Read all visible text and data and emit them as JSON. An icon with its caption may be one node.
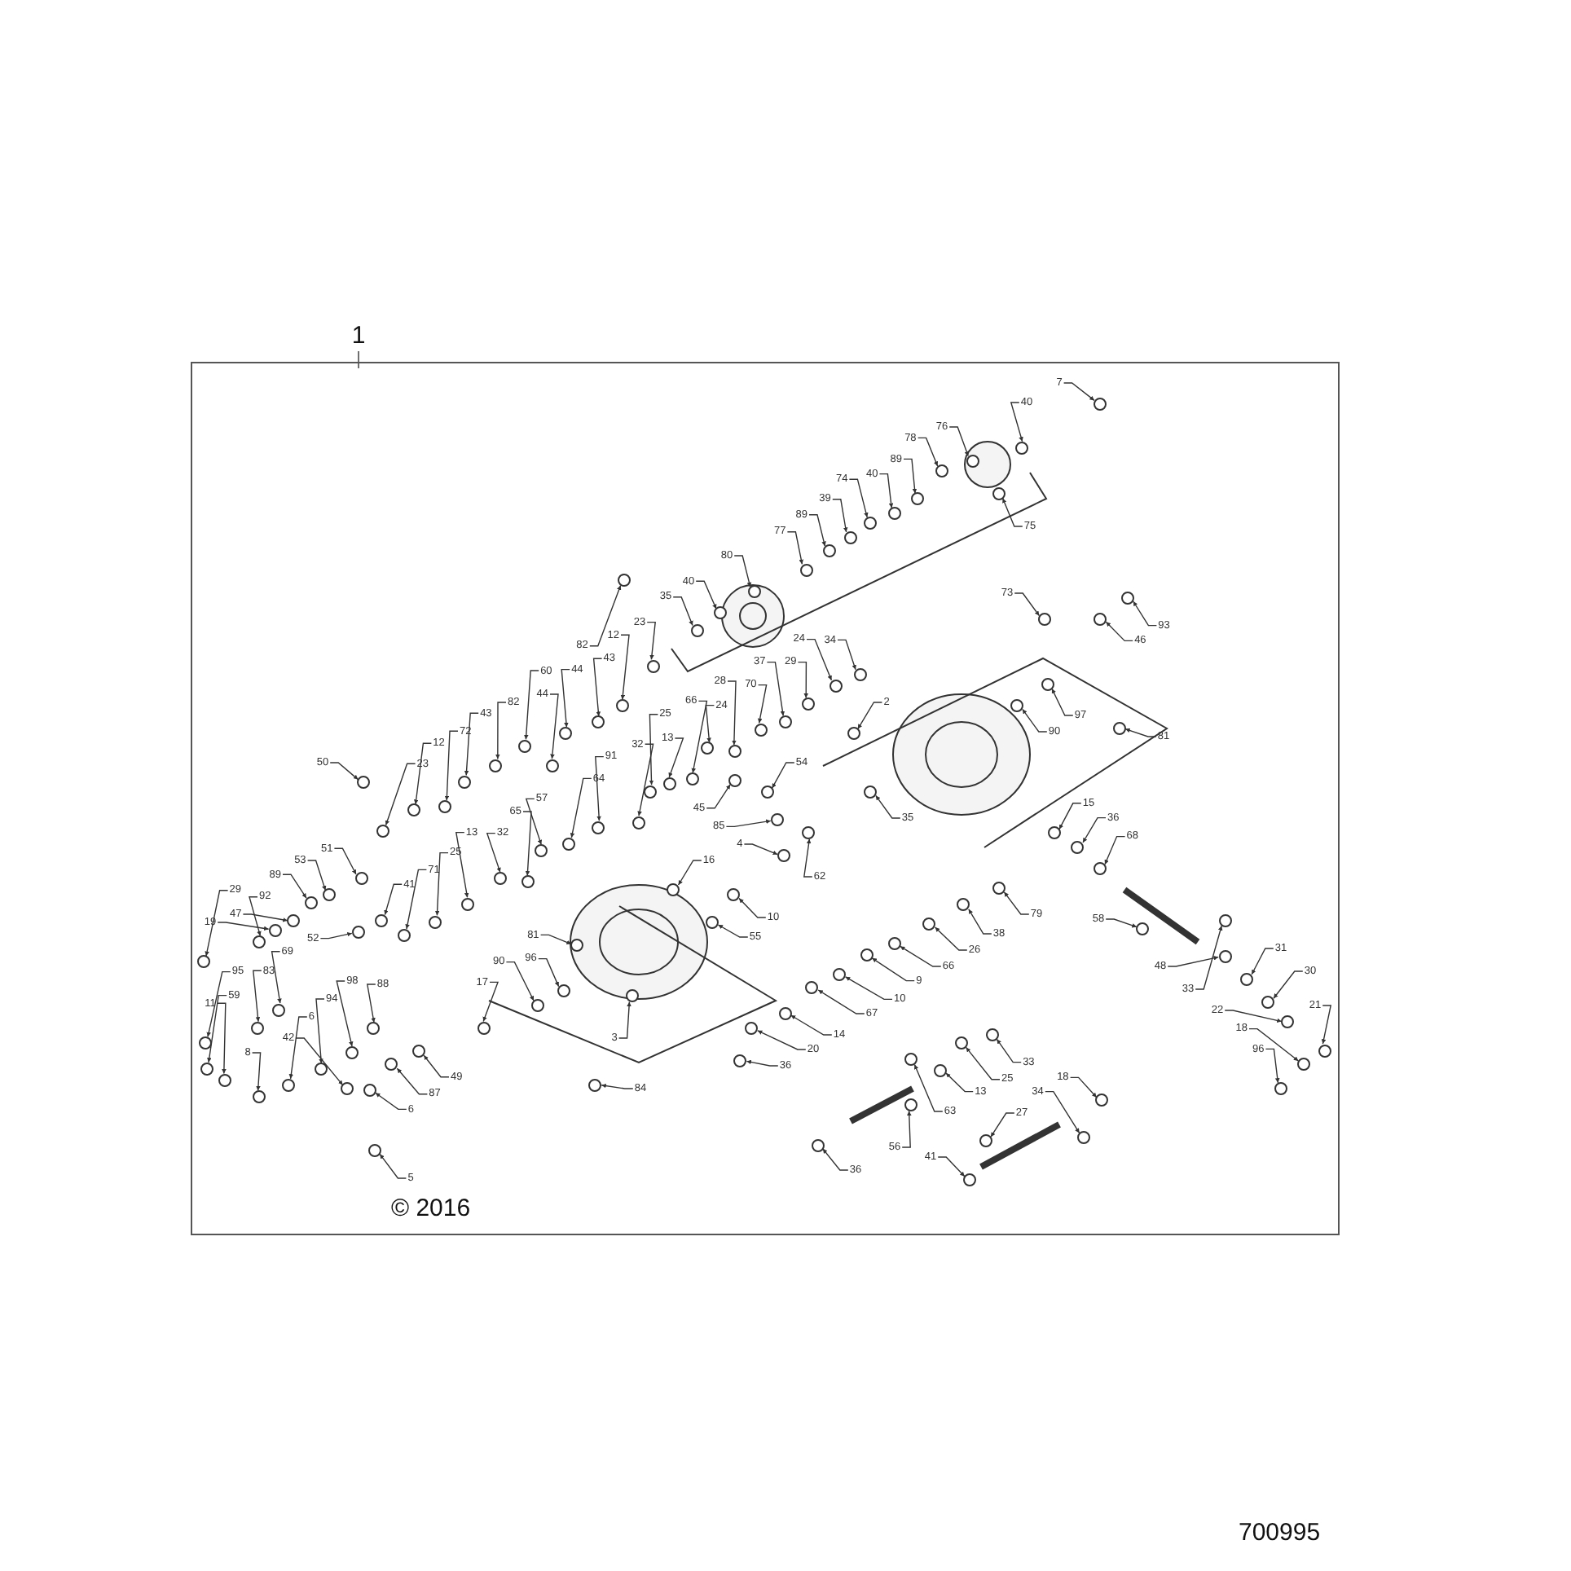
{
  "diagram": {
    "nodes": [
      {
        "text": [],
        "shape": "box"
      },
      {
        "text": [
          "1"
        ]
      },
      {
        "text": [
          "7"
        ],
        "in": 0
      },
      {
        "text": [
          "40"
        ],
        "in": 0
      },
      {
        "text": [
          "76"
        ],
        "in": 0
      },
      {
        "text": [
          "78"
        ],
        "in": 0
      },
      {
        "text": [
          "89"
        ],
        "in": 0
      },
      {
        "text": [
          "40"
        ],
        "in": 0
      },
      {
        "text": [
          "74"
        ],
        "in": 0
      },
      {
        "text": [
          "39"
        ],
        "in": 0
      },
      {
        "text": [
          "89"
        ],
        "in": 0
      },
      {
        "text": [
          "77"
        ],
        "in": 0
      },
      {
        "text": [
          "75"
        ],
        "in": 0
      },
      {
        "text": [
          "80"
        ],
        "in": 0
      },
      {
        "text": [
          "40"
        ],
        "in": 0
      },
      {
        "text": [
          "73"
        ],
        "in": 0
      },
      {
        "text": [
          "35"
        ],
        "in": 0
      },
      {
        "text": [
          "93"
        ],
        "in": 0
      },
      {
        "text": [
          "23"
        ],
        "in": 0
      },
      {
        "text": [
          "12"
        ],
        "in": 0
      },
      {
        "text": [
          "46"
        ],
        "in": 0
      },
      {
        "text": [
          "34"
        ],
        "in": 0
      },
      {
        "text": [
          "43"
        ],
        "in": 0
      },
      {
        "text": [
          "24"
        ],
        "in": 0
      },
      {
        "text": [
          "82"
        ],
        "in": 0
      },
      {
        "text": [
          "29"
        ],
        "in": 0
      },
      {
        "text": [
          "44"
        ],
        "in": 0
      },
      {
        "text": [
          "37"
        ],
        "in": 0
      },
      {
        "text": [
          "70"
        ],
        "in": 0
      },
      {
        "text": [
          "60"
        ],
        "in": 0
      },
      {
        "text": [
          "28"
        ],
        "in": 0
      },
      {
        "text": [
          "44"
        ],
        "in": 0
      },
      {
        "text": [
          "24"
        ],
        "in": 0
      },
      {
        "text": [
          "82"
        ],
        "in": 0
      },
      {
        "text": [
          "2"
        ],
        "in": 0
      },
      {
        "text": [
          "66"
        ],
        "in": 0
      },
      {
        "text": [
          "81"
        ],
        "in": 0
      },
      {
        "text": [
          "43"
        ],
        "in": 0
      },
      {
        "text": [
          "97"
        ],
        "in": 0
      },
      {
        "text": [
          "25"
        ],
        "in": 0
      },
      {
        "text": [
          "72"
        ],
        "in": 0
      },
      {
        "text": [
          "13"
        ],
        "in": 0
      },
      {
        "text": [
          "90"
        ],
        "in": 0
      },
      {
        "text": [
          "32"
        ],
        "in": 0
      },
      {
        "text": [
          "12"
        ],
        "in": 0
      },
      {
        "text": [
          "91"
        ],
        "in": 0
      },
      {
        "text": [
          "23"
        ],
        "in": 0
      },
      {
        "text": [
          "54"
        ],
        "in": 0
      },
      {
        "text": [
          "50"
        ],
        "in": 0
      },
      {
        "text": [
          "64"
        ],
        "in": 0
      },
      {
        "text": [
          "57"
        ],
        "in": 0
      },
      {
        "text": [
          "15"
        ],
        "in": 0
      },
      {
        "text": [
          "45"
        ],
        "in": 0
      },
      {
        "text": [
          "36"
        ],
        "in": 0
      },
      {
        "text": [
          "35"
        ],
        "in": 0
      },
      {
        "text": [
          "65"
        ],
        "in": 0
      },
      {
        "text": [
          "85"
        ],
        "in": 0
      },
      {
        "text": [
          "32"
        ],
        "in": 0
      },
      {
        "text": [
          "68"
        ],
        "in": 0
      },
      {
        "text": [
          "13"
        ],
        "in": 0
      },
      {
        "text": [
          "4"
        ],
        "in": 0
      },
      {
        "text": [
          "25"
        ],
        "in": 0
      },
      {
        "text": [
          "51"
        ],
        "in": 0
      },
      {
        "text": [
          "71"
        ],
        "in": 0
      },
      {
        "text": [
          "16"
        ],
        "in": 0
      },
      {
        "text": [
          "53"
        ],
        "in": 0
      },
      {
        "text": [
          "62"
        ],
        "in": 0
      },
      {
        "text": [
          "89"
        ],
        "in": 0
      },
      {
        "text": [
          "41"
        ],
        "in": 0
      },
      {
        "text": [
          "92"
        ],
        "in": 0
      },
      {
        "text": [
          "29"
        ],
        "in": 0
      },
      {
        "text": [
          "47"
        ],
        "in": 0
      },
      {
        "text": [
          "79"
        ],
        "in": 0
      },
      {
        "text": [
          "19"
        ],
        "in": 0
      },
      {
        "text": [
          "58"
        ],
        "in": 0
      },
      {
        "text": [
          "10"
        ],
        "in": 0
      },
      {
        "text": [
          "55"
        ],
        "in": 0
      },
      {
        "text": [
          "38"
        ],
        "in": 0
      },
      {
        "text": [
          "81"
        ],
        "in": 0
      },
      {
        "text": [
          "52"
        ],
        "in": 0
      },
      {
        "text": [
          "26"
        ],
        "in": 0
      },
      {
        "text": [
          "31"
        ],
        "in": 0
      },
      {
        "text": [
          "96"
        ],
        "in": 0
      },
      {
        "text": [
          "69"
        ],
        "in": 0
      },
      {
        "text": [
          "90"
        ],
        "in": 0
      },
      {
        "text": [
          "66"
        ],
        "in": 0
      },
      {
        "text": [
          "48"
        ],
        "in": 0
      },
      {
        "text": [
          "83"
        ],
        "in": 0
      },
      {
        "text": [
          "30"
        ],
        "in": 0
      },
      {
        "text": [
          "95"
        ],
        "in": 0
      },
      {
        "text": [
          "17"
        ],
        "in": 0
      },
      {
        "text": [
          "88"
        ],
        "in": 0
      },
      {
        "text": [
          "9"
        ],
        "in": 0
      },
      {
        "text": [
          "98"
        ],
        "in": 0
      },
      {
        "text": [
          "33"
        ],
        "in": 0
      },
      {
        "text": [
          "59"
        ],
        "in": 0
      },
      {
        "text": [
          "10"
        ],
        "in": 0
      },
      {
        "text": [
          "94"
        ],
        "in": 0
      },
      {
        "text": [
          "11"
        ],
        "in": 0
      },
      {
        "text": [
          "21"
        ],
        "in": 0
      },
      {
        "text": [
          "6"
        ],
        "in": 0
      },
      {
        "text": [
          "22"
        ],
        "in": 0
      },
      {
        "text": [
          "67"
        ],
        "in": 0
      },
      {
        "text": [
          "18"
        ],
        "in": 0
      },
      {
        "text": [
          "14"
        ],
        "in": 0
      },
      {
        "text": [
          "3"
        ],
        "in": 0
      },
      {
        "text": [
          "42"
        ],
        "in": 0
      },
      {
        "text": [
          "96"
        ],
        "in": 0
      },
      {
        "text": [
          "20"
        ],
        "in": 0
      },
      {
        "text": [
          "8"
        ],
        "in": 0
      },
      {
        "text": [
          "33"
        ],
        "in": 0
      },
      {
        "text": [
          "36"
        ],
        "in": 0
      },
      {
        "text": [
          "18"
        ],
        "in": 0
      },
      {
        "text": [
          "49"
        ],
        "in": 0
      },
      {
        "text": [
          "25"
        ],
        "in": 0
      },
      {
        "text": [
          "84"
        ],
        "in": 0
      },
      {
        "text": [
          "34"
        ],
        "in": 0
      },
      {
        "text": [
          "13"
        ],
        "in": 0
      },
      {
        "text": [
          "87"
        ],
        "in": 0
      },
      {
        "text": [
          "6"
        ],
        "in": 0
      },
      {
        "text": [
          "63"
        ],
        "in": 0
      },
      {
        "text": [
          "27"
        ],
        "in": 0
      },
      {
        "text": [
          "56"
        ],
        "in": 0
      },
      {
        "text": [
          "41"
        ],
        "in": 0
      },
      {
        "text": [
          "36"
        ],
        "in": 0
      },
      {
        "text": [
          "5"
        ],
        "in": 0
      },
      {
        "text": [],
        "shape": "circle",
        "in": 0
      },
      {
        "text": [],
        "shape": "circle",
        "in": 0
      },
      {
        "text": [],
        "shape": "circle",
        "in": 0
      },
      {
        "text": [],
        "shape": "circle",
        "in": 0
      },
      {
        "text": [],
        "shape": "circle",
        "in": 0
      },
      {
        "text": [],
        "shape": "circle",
        "in": 0
      },
      {
        "text": [],
        "shape": "circle",
        "in": 0
      },
      {
        "text": [],
        "shape": "circle",
        "in": 0
      },
      {
        "text": [],
        "shape": "circle",
        "in": 0
      },
      {
        "text": [],
        "shape": "circle",
        "in": 0
      },
      {
        "text": [],
        "shape": "circle",
        "in": 0
      },
      {
        "text": [],
        "shape": "circle",
        "in": 0
      },
      {
        "text": [],
        "shape": "circle",
        "in": 0
      },
      {
        "text": [],
        "shape": "circle",
        "in": 0
      },
      {
        "text": [],
        "shape": "circle",
        "in": 0
      },
      {
        "text": [],
        "shape": "circle",
        "in": 0
      },
      {
        "text": [],
        "shape": "circle",
        "in": 0
      },
      {
        "text": [],
        "shape": "circle",
        "in": 0
      },
      {
        "text": [],
        "shape": "circle",
        "in": 0
      },
      {
        "text": [],
        "shape": "circle",
        "in": 0
      },
      {
        "text": [],
        "shape": "circle",
        "in": 0
      },
      {
        "text": [],
        "shape": "circle",
        "in": 0
      },
      {
        "text": [],
        "shape": "circle",
        "in": 0
      },
      {
        "text": [],
        "shape": "circle",
        "in": 0
      },
      {
        "text": [],
        "shape": "circle",
        "in": 0
      },
      {
        "text": [],
        "shape": "circle",
        "in": 0
      },
      {
        "text": [],
        "shape": "circle",
        "in": 0
      },
      {
        "text": [],
        "shape": "circle",
        "in": 0
      },
      {
        "text": [],
        "shape": "circle",
        "in": 0
      },
      {
        "text": [],
        "shape": "circle",
        "in": 0
      },
      {
        "text": [],
        "shape": "circle",
        "in": 0
      },
      {
        "text": [],
        "shape": "circle",
        "in": 0
      },
      {
        "text": [],
        "shape": "circle",
        "in": 0
      },
      {
        "text": [],
        "shape": "circle",
        "in": 0
      },
      {
        "text": [],
        "shape": "circle",
        "in": 0
      },
      {
        "text": [],
        "shape": "circle",
        "in": 0
      },
      {
        "text": [],
        "shape": "circle",
        "in": 0
      },
      {
        "text": [],
        "shape": "circle",
        "in": 0
      },
      {
        "text": [],
        "shape": "circle",
        "in": 0
      },
      {
        "text": [],
        "shape": "circle",
        "in": 0
      },
      {
        "text": [],
        "shape": "circle",
        "in": 0
      },
      {
        "text": [],
        "shape": "circle",
        "in": 0
      },
      {
        "text": [],
        "shape": "circle",
        "in": 0
      },
      {
        "text": [],
        "shape": "circle",
        "in": 0
      },
      {
        "text": [],
        "shape": "circle",
        "in": 0
      },
      {
        "text": [],
        "shape": "circle",
        "in": 0
      },
      {
        "text": [],
        "shape": "circle",
        "in": 0
      },
      {
        "text": [],
        "shape": "circle",
        "in": 0
      },
      {
        "text": [],
        "shape": "circle",
        "in": 0
      },
      {
        "text": [],
        "shape": "circle",
        "in": 0
      },
      {
        "text": [],
        "shape": "circle",
        "in": 0
      },
      {
        "text": [],
        "shape": "circle",
        "in": 0
      },
      {
        "text": [],
        "shape": "circle",
        "in": 0
      },
      {
        "text": [],
        "shape": "circle",
        "in": 0
      },
      {
        "text": [],
        "shape": "circle",
        "in": 0
      },
      {
        "text": [],
        "shape": "circle",
        "in": 0
      },
      {
        "text": [],
        "shape": "circle",
        "in": 0
      },
      {
        "text": [],
        "shape": "circle",
        "in": 0
      },
      {
        "text": [],
        "shape": "circle",
        "in": 0
      },
      {
        "text": [],
        "shape": "circle",
        "in": 0
      },
      {
        "text": [],
        "shape": "circle",
        "in": 0
      },
      {
        "text": [],
        "shape": "circle",
        "in": 0
      },
      {
        "text": [],
        "shape": "circle",
        "in": 0
      },
      {
        "text": [],
        "shape": "circle",
        "in": 0
      },
      {
        "text": [],
        "shape": "circle",
        "in": 0
      },
      {
        "text": [],
        "shape": "circle",
        "in": 0
      },
      {
        "text": [],
        "shape": "circle",
        "in": 0
      },
      {
        "text": [],
        "shape": "circle",
        "in": 0
      },
      {
        "text": [],
        "shape": "circle",
        "in": 0
      },
      {
        "text": [],
        "shape": "circle",
        "in": 0
      },
      {
        "text": [],
        "shape": "circle",
        "in": 0
      },
      {
        "text": [],
        "shape": "circle",
        "in": 0
      },
      {
        "text": [],
        "shape": "circle",
        "in": 0
      },
      {
        "text": [],
        "shape": "circle",
        "in": 0
      },
      {
        "text": [],
        "shape": "circle",
        "in": 0
      },
      {
        "text": [],
        "shape": "circle",
        "in": 0
      },
      {
        "text": [],
        "shape": "circle",
        "in": 0
      },
      {
        "text": [],
        "shape": "circle",
        "in": 0
      },
      {
        "text": [],
        "shape": "circle",
        "in": 0
      },
      {
        "text": [],
        "shape": "circle",
        "in": 0
      },
      {
        "text": [],
        "shape": "circle",
        "in": 0
      },
      {
        "text": [],
        "shape": "circle",
        "in": 0
      },
      {
        "text": [],
        "shape": "circle",
        "in": 0
      },
      {
        "text": [],
        "shape": "circle",
        "in": 0
      },
      {
        "text": [],
        "shape": "circle",
        "in": 0
      },
      {
        "text": [],
        "shape": "circle",
        "in": 0
      },
      {
        "text": [],
        "shape": "circle",
        "in": 0
      },
      {
        "text": [],
        "shape": "circle",
        "in": 0
      },
      {
        "text": [],
        "shape": "circle",
        "in": 0
      },
      {
        "text": [],
        "shape": "circle",
        "in": 0
      },
      {
        "text": [],
        "shape": "circle",
        "in": 0
      },
      {
        "text": [],
        "shape": "circle",
        "in": 0
      },
      {
        "text": [],
        "shape": "circle",
        "in": 0
      },
      {
        "text": [],
        "shape": "circle",
        "in": 0
      },
      {
        "text": [],
        "shape": "circle",
        "in": 0
      },
      {
        "text": [],
        "shape": "circle",
        "in": 0
      },
      {
        "text": [],
        "shape": "circle",
        "in": 0
      },
      {
        "text": [],
        "shape": "circle",
        "in": 0
      },
      {
        "text": [],
        "shape": "circle",
        "in": 0
      },
      {
        "text": [],
        "shape": "circle",
        "in": 0
      },
      {
        "text": [],
        "shape": "circle",
        "in": 0
      },
      {
        "text": [],
        "shape": "circle",
        "in": 0
      },
      {
        "text": [],
        "shape": "circle",
        "in": 0
      },
      {
        "text": [],
        "shape": "circle",
        "in": 0
      },
      {
        "text": [],
        "shape": "circle",
        "in": 0
      },
      {
        "text": [],
        "shape": "circle",
        "in": 0
      },
      {
        "text": [],
        "shape": "circle",
        "in": 0
      },
      {
        "text": [],
        "shape": "circle",
        "in": 0
      },
      {
        "text": [],
        "shape": "circle",
        "in": 0
      },
      {
        "text": [],
        "shape": "circle",
        "in": 0
      },
      {
        "text": [],
        "shape": "circle",
        "in": 0
      },
      {
        "text": [],
        "shape": "circle",
        "in": 0
      },
      {
        "text": [],
        "shape": "circle",
        "in": 0
      },
      {
        "text": [],
        "shape": "circle",
        "in": 0
      },
      {
        "text": [],
        "shape": "circle",
        "in": 0
      },
      {
        "text": [],
        "shape": "circle",
        "in": 0
      },
      {
        "text": [],
        "shape": "circle",
        "in": 0
      },
      {
        "text": [],
        "shape": "circle",
        "in": 0
      },
      {
        "text": [],
        "shape": "circle",
        "in": 0
      },
      {
        "text": [],
        "shape": "circle",
        "in": 0
      },
      {
        "text": [],
        "shape": "circle",
        "in": 0
      },
      {
        "text": [],
        "shape": "circle",
        "in": 0
      },
      {
        "text": [],
        "shape": "circle",
        "in": 0
      },
      {
        "text": [],
        "shape": "circle",
        "in": 0
      }
    ],
    "edges": [
      {
        "from": 1,
        "to": 0,
        "arrow": "none"
      },
      {
        "from": 2,
        "to": 126,
        "arrow": "to"
      },
      {
        "from": 3,
        "to": 127,
        "arrow": "to"
      },
      {
        "from": 4,
        "to": 128,
        "arrow": "to"
      },
      {
        "from": 5,
        "to": 129,
        "arrow": "to"
      },
      {
        "from": 6,
        "to": 130,
        "arrow": "to"
      },
      {
        "from": 7,
        "to": 131,
        "arrow": "to"
      },
      {
        "from": 8,
        "to": 132,
        "arrow": "to"
      },
      {
        "from": 9,
        "to": 133,
        "arrow": "to"
      },
      {
        "from": 10,
        "to": 134,
        "arrow": "to"
      },
      {
        "from": 11,
        "to": 135,
        "arrow": "to"
      },
      {
        "from": 12,
        "to": 136,
        "arrow": "to"
      },
      {
        "from": 13,
        "to": 137,
        "arrow": "to"
      },
      {
        "from": 14,
        "to": 138,
        "arrow": "to"
      },
      {
        "from": 15,
        "to": 139,
        "arrow": "to"
      },
      {
        "from": 16,
        "to": 140,
        "arrow": "to"
      },
      {
        "from": 17,
        "to": 141,
        "arrow": "to"
      },
      {
        "from": 18,
        "to": 142,
        "arrow": "to"
      },
      {
        "from": 19,
        "to": 143,
        "arrow": "to"
      },
      {
        "from": 20,
        "to": 144,
        "arrow": "to"
      },
      {
        "from": 21,
        "to": 145,
        "arrow": "to"
      },
      {
        "from": 22,
        "to": 146,
        "arrow": "to"
      },
      {
        "from": 23,
        "to": 147,
        "arrow": "to"
      },
      {
        "from": 24,
        "to": 148,
        "arrow": "to"
      },
      {
        "from": 25,
        "to": 149,
        "arrow": "to"
      },
      {
        "from": 26,
        "to": 150,
        "arrow": "to"
      },
      {
        "from": 27,
        "to": 151,
        "arrow": "to"
      },
      {
        "from": 28,
        "to": 152,
        "arrow": "to"
      },
      {
        "from": 29,
        "to": 153,
        "arrow": "to"
      },
      {
        "from": 30,
        "to": 154,
        "arrow": "to"
      },
      {
        "from": 31,
        "to": 155,
        "arrow": "to"
      },
      {
        "from": 32,
        "to": 156,
        "arrow": "to"
      },
      {
        "from": 33,
        "to": 157,
        "arrow": "to"
      },
      {
        "from": 34,
        "to": 158,
        "arrow": "to"
      },
      {
        "from": 35,
        "to": 159,
        "arrow": "to"
      },
      {
        "from": 36,
        "to": 160,
        "arrow": "to"
      },
      {
        "from": 37,
        "to": 161,
        "arrow": "to"
      },
      {
        "from": 38,
        "to": 162,
        "arrow": "to"
      },
      {
        "from": 39,
        "to": 163,
        "arrow": "to"
      },
      {
        "from": 40,
        "to": 164,
        "arrow": "to"
      },
      {
        "from": 41,
        "to": 165,
        "arrow": "to"
      },
      {
        "from": 42,
        "to": 166,
        "arrow": "to"
      },
      {
        "from": 43,
        "to": 167,
        "arrow": "to"
      },
      {
        "from": 44,
        "to": 168,
        "arrow": "to"
      },
      {
        "from": 45,
        "to": 169,
        "arrow": "to"
      },
      {
        "from": 46,
        "to": 170,
        "arrow": "to"
      },
      {
        "from": 47,
        "to": 171,
        "arrow": "to"
      },
      {
        "from": 48,
        "to": 172,
        "arrow": "to"
      },
      {
        "from": 49,
        "to": 173,
        "arrow": "to"
      },
      {
        "from": 50,
        "to": 174,
        "arrow": "to"
      },
      {
        "from": 51,
        "to": 175,
        "arrow": "to"
      },
      {
        "from": 52,
        "to": 176,
        "arrow": "to"
      },
      {
        "from": 53,
        "to": 177,
        "arrow": "to"
      },
      {
        "from": 54,
        "to": 178,
        "arrow": "to"
      },
      {
        "from": 55,
        "to": 179,
        "arrow": "to"
      },
      {
        "from": 56,
        "to": 180,
        "arrow": "to"
      },
      {
        "from": 57,
        "to": 181,
        "arrow": "to"
      },
      {
        "from": 58,
        "to": 182,
        "arrow": "to"
      },
      {
        "from": 59,
        "to": 183,
        "arrow": "to"
      },
      {
        "from": 60,
        "to": 184,
        "arrow": "to"
      },
      {
        "from": 61,
        "to": 185,
        "arrow": "to"
      },
      {
        "from": 62,
        "to": 186,
        "arrow": "to"
      },
      {
        "from": 63,
        "to": 187,
        "arrow": "to"
      },
      {
        "from": 64,
        "to": 188,
        "arrow": "to"
      },
      {
        "from": 65,
        "to": 189,
        "arrow": "to"
      },
      {
        "from": 66,
        "to": 190,
        "arrow": "to"
      },
      {
        "from": 67,
        "to": 191,
        "arrow": "to"
      },
      {
        "from": 68,
        "to": 192,
        "arrow": "to"
      },
      {
        "from": 69,
        "to": 193,
        "arrow": "to"
      },
      {
        "from": 70,
        "to": 194,
        "arrow": "to"
      },
      {
        "from": 71,
        "to": 195,
        "arrow": "to"
      },
      {
        "from": 72,
        "to": 196,
        "arrow": "to"
      },
      {
        "from": 73,
        "to": 197,
        "arrow": "to"
      },
      {
        "from": 74,
        "to": 198,
        "arrow": "to"
      },
      {
        "from": 75,
        "to": 199,
        "arrow": "to"
      },
      {
        "from": 76,
        "to": 200,
        "arrow": "to"
      },
      {
        "from": 77,
        "to": 201,
        "arrow": "to"
      },
      {
        "from": 78,
        "to": 202,
        "arrow": "to"
      },
      {
        "from": 79,
        "to": 203,
        "arrow": "to"
      },
      {
        "from": 80,
        "to": 204,
        "arrow": "to"
      },
      {
        "from": 81,
        "to": 205,
        "arrow": "to"
      },
      {
        "from": 82,
        "to": 206,
        "arrow": "to"
      },
      {
        "from": 83,
        "to": 207,
        "arrow": "to"
      },
      {
        "from": 84,
        "to": 208,
        "arrow": "to"
      },
      {
        "from": 85,
        "to": 209,
        "arrow": "to"
      },
      {
        "from": 86,
        "to": 210,
        "arrow": "to"
      },
      {
        "from": 87,
        "to": 211,
        "arrow": "to"
      },
      {
        "from": 88,
        "to": 212,
        "arrow": "to"
      },
      {
        "from": 89,
        "to": 213,
        "arrow": "to"
      },
      {
        "from": 90,
        "to": 214,
        "arrow": "to"
      },
      {
        "from": 91,
        "to": 215,
        "arrow": "to"
      },
      {
        "from": 92,
        "to": 216,
        "arrow": "to"
      },
      {
        "from": 93,
        "to": 217,
        "arrow": "to"
      },
      {
        "from": 94,
        "to": 218,
        "arrow": "to"
      },
      {
        "from": 95,
        "to": 219,
        "arrow": "to"
      },
      {
        "from": 96,
        "to": 220,
        "arrow": "to"
      },
      {
        "from": 97,
        "to": 221,
        "arrow": "to"
      },
      {
        "from": 98,
        "to": 222,
        "arrow": "to"
      },
      {
        "from": 99,
        "to": 223,
        "arrow": "to"
      },
      {
        "from": 100,
        "to": 224,
        "arrow": "to"
      },
      {
        "from": 101,
        "to": 225,
        "arrow": "to"
      },
      {
        "from": 102,
        "to": 226,
        "arrow": "to"
      },
      {
        "from": 103,
        "to": 227,
        "arrow": "to"
      },
      {
        "from": 104,
        "to": 228,
        "arrow": "to"
      },
      {
        "from": 105,
        "to": 229,
        "arrow": "to"
      },
      {
        "from": 106,
        "to": 230,
        "arrow": "to"
      },
      {
        "from": 107,
        "to": 231,
        "arrow": "to"
      },
      {
        "from": 108,
        "to": 232,
        "arrow": "to"
      },
      {
        "from": 109,
        "to": 233,
        "arrow": "to"
      },
      {
        "from": 110,
        "to": 234,
        "arrow": "to"
      },
      {
        "from": 111,
        "to": 235,
        "arrow": "to"
      },
      {
        "from": 112,
        "to": 236,
        "arrow": "to"
      },
      {
        "from": 113,
        "to": 237,
        "arrow": "to"
      },
      {
        "from": 114,
        "to": 238,
        "arrow": "to"
      },
      {
        "from": 115,
        "to": 239,
        "arrow": "to"
      },
      {
        "from": 116,
        "to": 240,
        "arrow": "to"
      },
      {
        "from": 117,
        "to": 241,
        "arrow": "to"
      },
      {
        "from": 118,
        "to": 242,
        "arrow": "to"
      },
      {
        "from": 119,
        "to": 243,
        "arrow": "to"
      },
      {
        "from": 120,
        "to": 244,
        "arrow": "to"
      },
      {
        "from": 121,
        "to": 245,
        "arrow": "to"
      },
      {
        "from": 122,
        "to": 246,
        "arrow": "to"
      },
      {
        "from": 123,
        "to": 247,
        "arrow": "to"
      },
      {
        "from": 124,
        "to": 248,
        "arrow": "to"
      },
      {
        "from": 125,
        "to": 249,
        "arrow": "to"
      }
    ],
    "labels": [
      "© 2016",
      "700995"
    ]
  }
}
